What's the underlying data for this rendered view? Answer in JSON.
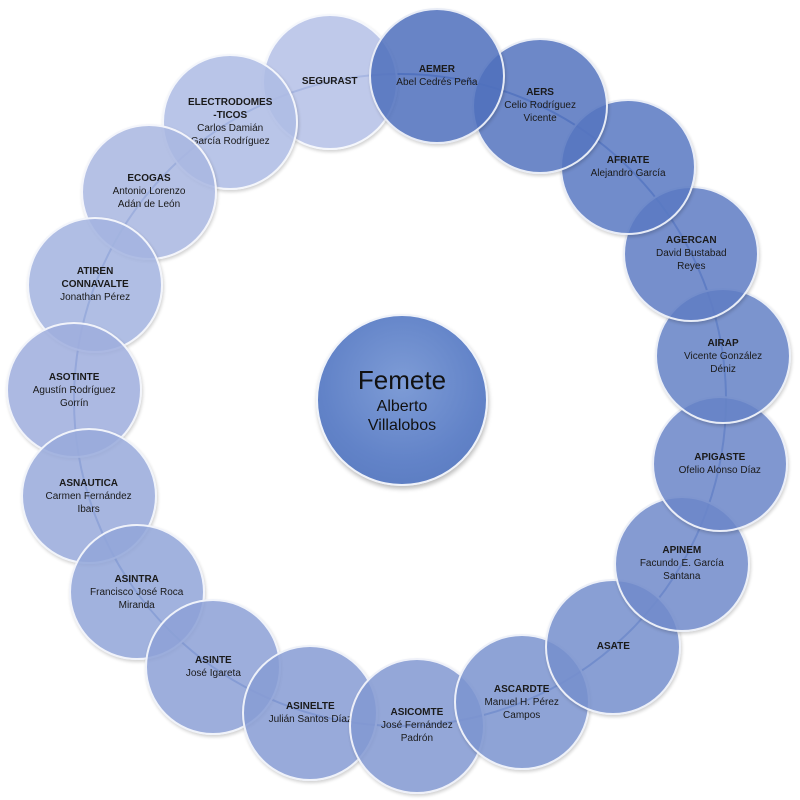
{
  "center": {
    "title": "Femete",
    "person": "Alberto\nVillalobos"
  },
  "colors": {
    "ring_line": "#5f7fc6",
    "gradient_start": "#4f70bd",
    "gradient_end": "#b4c0e6",
    "center_fill": "#6283c8"
  },
  "nodes": [
    {
      "name": "AEMER",
      "person": "Abel Cedrés Peña"
    },
    {
      "name": "AERS",
      "person": "Celio Rodríguez\nVicente"
    },
    {
      "name": "AFRIATE",
      "person": "Alejandro García"
    },
    {
      "name": "AGERCAN",
      "person": "David Bustabad\nReyes"
    },
    {
      "name": "AIRAP",
      "person": "Vicente González\nDéniz"
    },
    {
      "name": "APIGASTE",
      "person": "Ofelio Alonso Díaz"
    },
    {
      "name": "APINEM",
      "person": "Facundo E. García\nSantana"
    },
    {
      "name": "ASATE",
      "person": ""
    },
    {
      "name": "ASCARDTE",
      "person": "Manuel H. Pérez\nCampos"
    },
    {
      "name": "ASICOMTE",
      "person": "José Fernández\nPadrón"
    },
    {
      "name": "ASINELTE",
      "person": "Julián Santos Díaz"
    },
    {
      "name": "ASINTE",
      "person": "José Igareta"
    },
    {
      "name": "ASINTRA",
      "person": "Francisco José Roca\nMiranda"
    },
    {
      "name": "ASNAUTICA",
      "person": "Carmen Fernández\nIbars"
    },
    {
      "name": "ASOTINTE",
      "person": "Agustín Rodríguez\nGorrín"
    },
    {
      "name": "ATIREN\nCONNAVALTE",
      "person": "Jonathan Pérez"
    },
    {
      "name": "ECOGAS",
      "person": "Antonio Lorenzo\nAdán de León"
    },
    {
      "name": "ELECTRODOMES\n-TICOS",
      "person": "Carlos Damián\nGarcía Rodríguez"
    },
    {
      "name": "SEGURAST",
      "person": ""
    }
  ]
}
